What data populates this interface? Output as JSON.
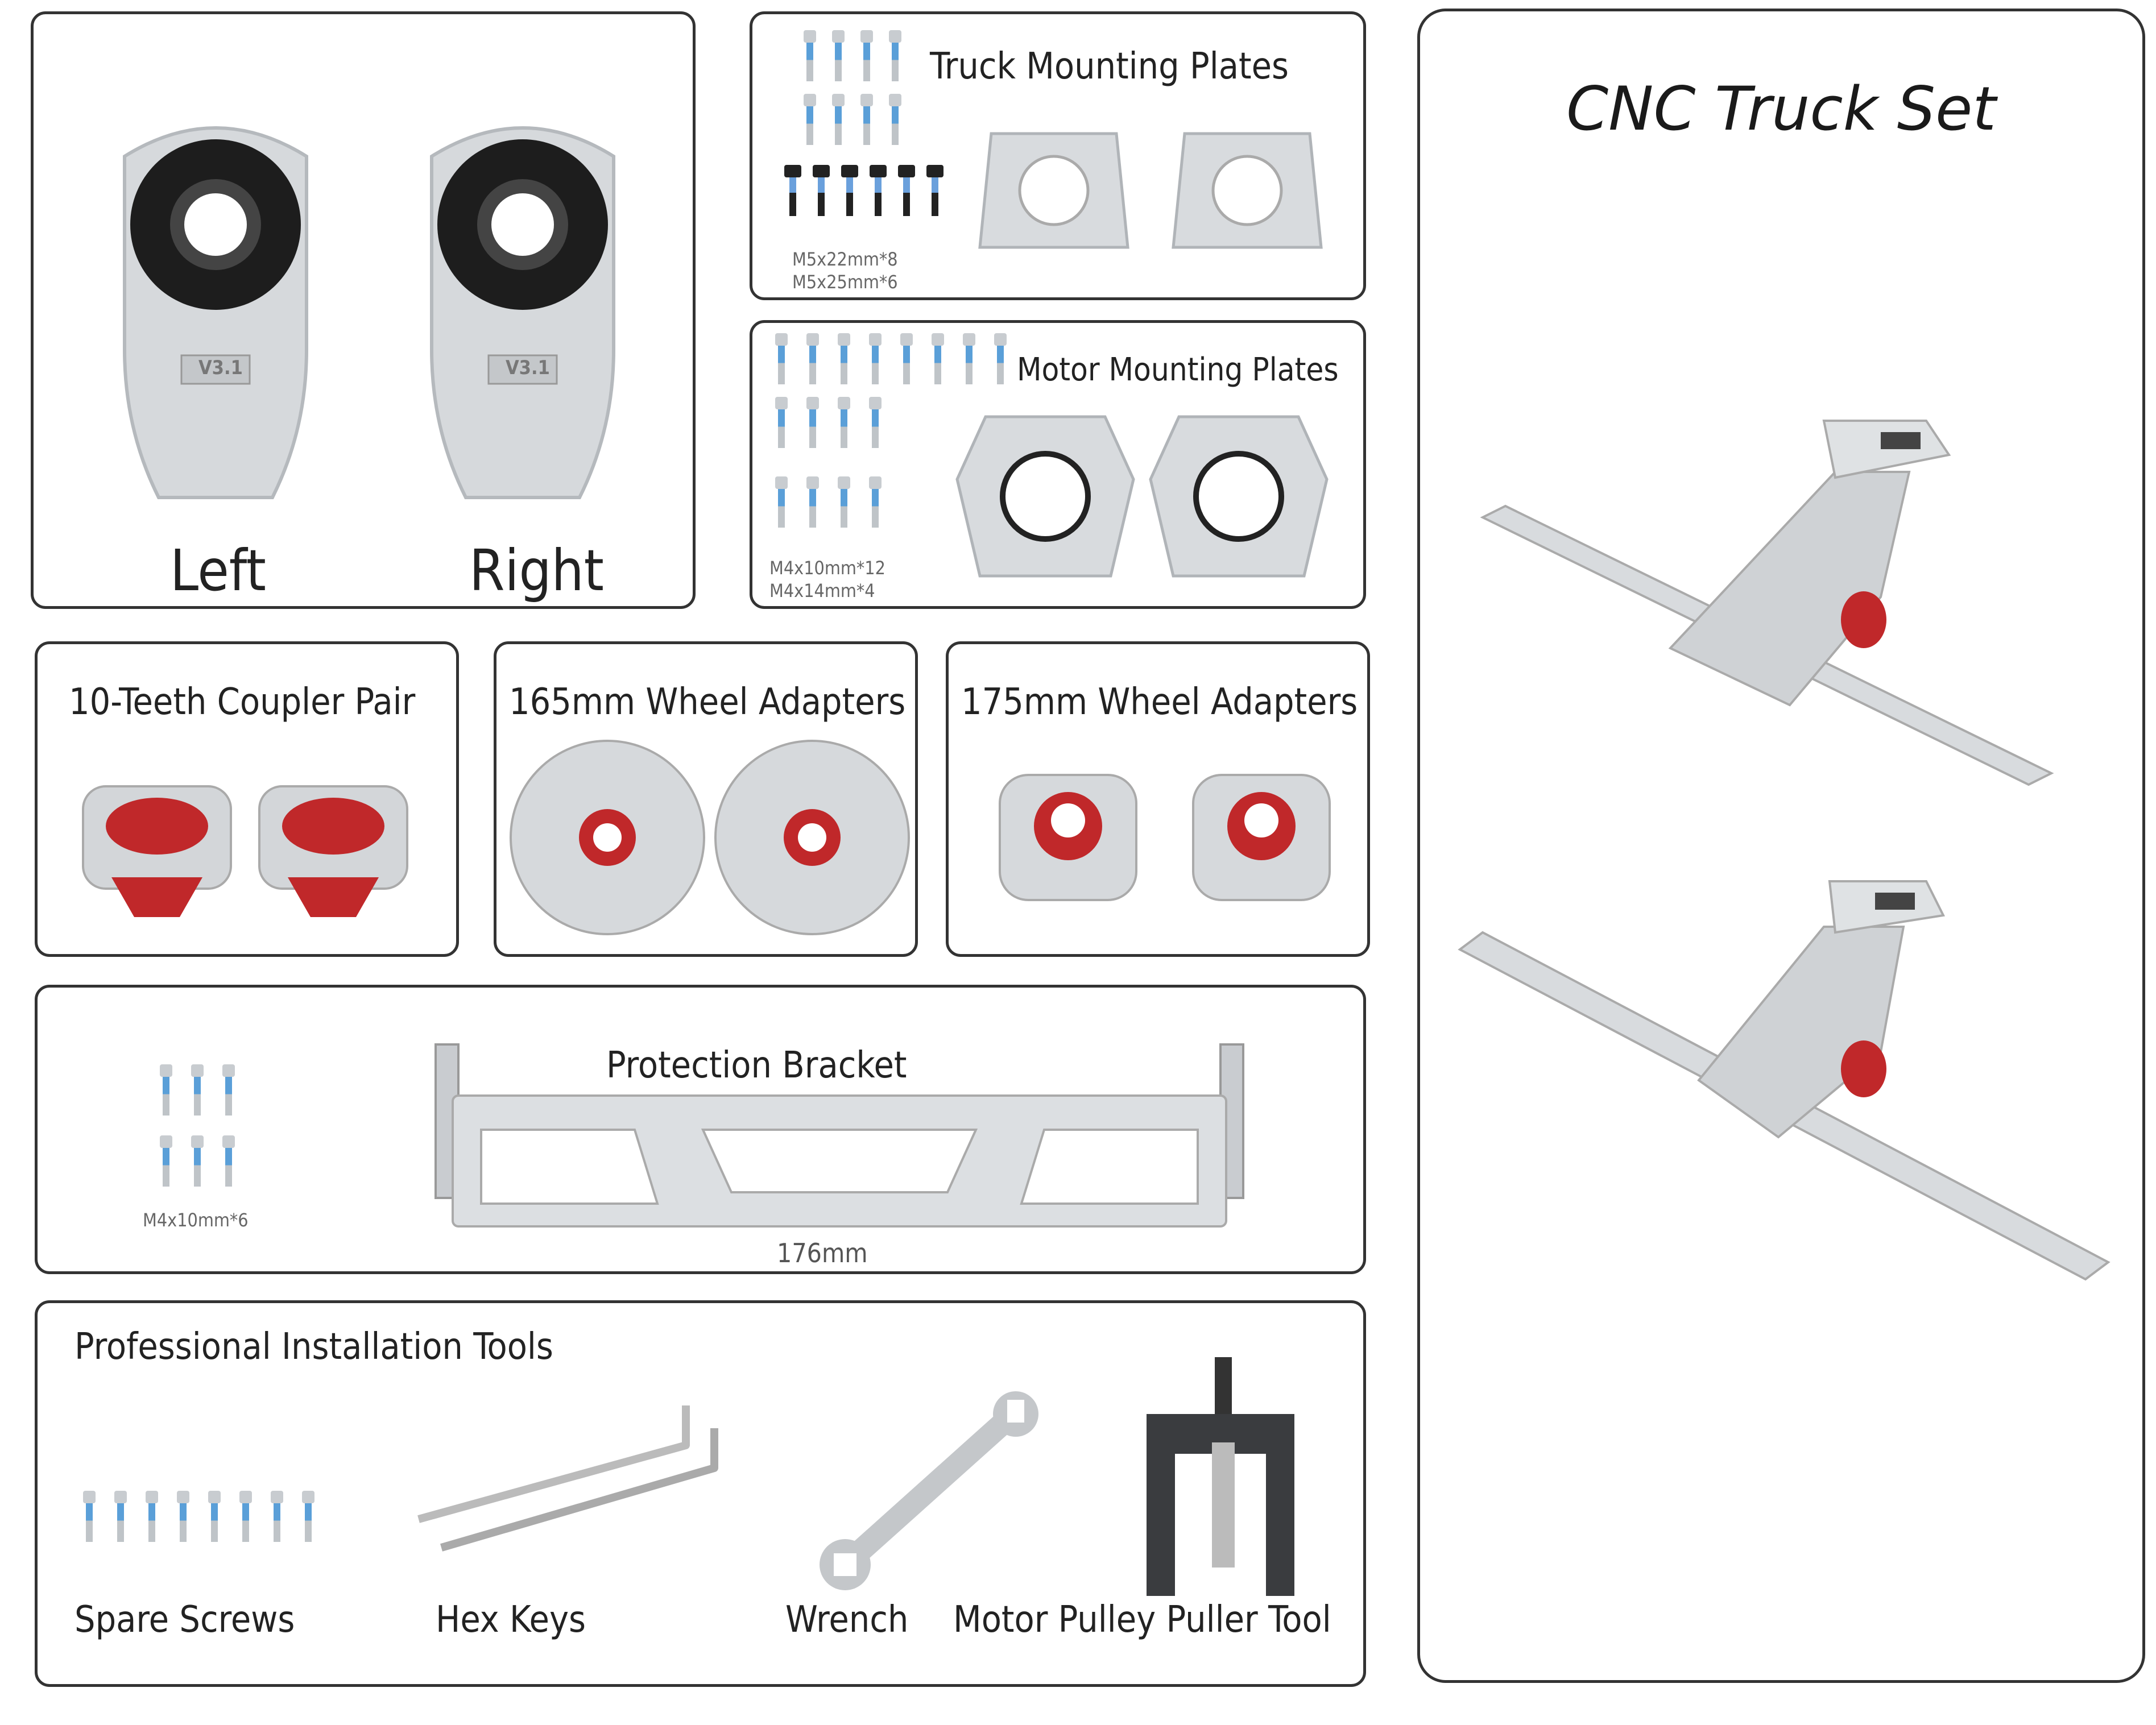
{
  "hubs": {
    "left_label": "Left",
    "right_label": "Right",
    "engraving": "V3.1"
  },
  "truck_plates": {
    "title": "Truck Mounting Plates",
    "specs": [
      "M5x22mm*8",
      "M5x25mm*6"
    ]
  },
  "motor_plates": {
    "title": "Motor Mounting Plates",
    "specs": [
      "M4x10mm*12",
      "M4x14mm*4"
    ]
  },
  "coupler": {
    "title": "10-Teeth Coupler Pair"
  },
  "adapters_165": {
    "title": "165mm Wheel Adapters"
  },
  "adapters_175": {
    "title": "175mm Wheel Adapters"
  },
  "bracket": {
    "title": "Protection Bracket",
    "length": "176mm",
    "screw_spec": "M4x10mm*6"
  },
  "tools": {
    "title": "Professional Installation Tools",
    "items": [
      "Spare Screws",
      "Hex Keys",
      "Wrench",
      "Motor Pulley Puller Tool"
    ]
  },
  "truck_set": {
    "title": "CNC Truck Set"
  },
  "colors": {
    "border": "#333333",
    "metal": "#d4d7da",
    "accent_red": "#c0282a",
    "screw_blue": "#5a9fd8"
  }
}
